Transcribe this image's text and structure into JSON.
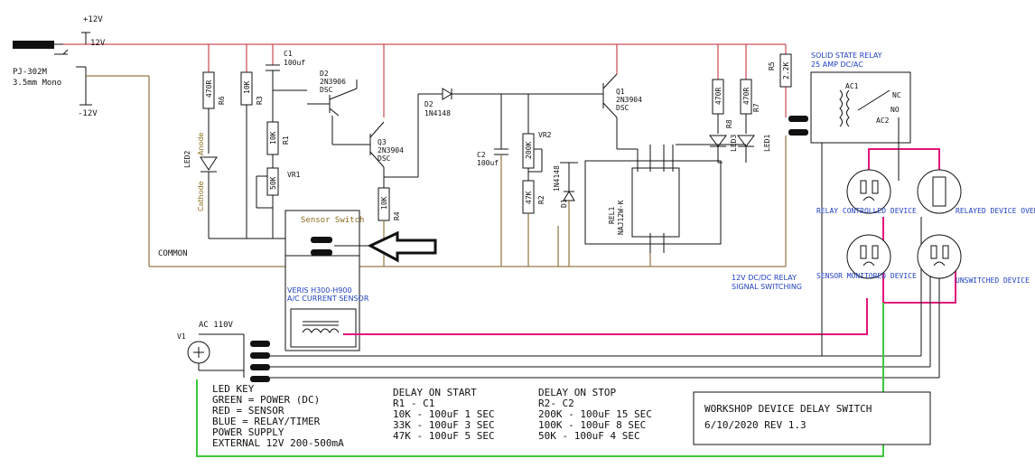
{
  "power": {
    "plus12_top": "+12V",
    "plus12_rail": "12V",
    "jack_name": "PJ-302M",
    "jack_desc": "3.5mm Mono",
    "minus12": "-12V"
  },
  "components": {
    "c1": {
      "name": "C1",
      "value": "100uf"
    },
    "d2": {
      "name": "D2",
      "part": "2N3906",
      "pkg": "DSC"
    },
    "q3": {
      "name": "Q3",
      "part": "2N3904",
      "pkg": "DSC"
    },
    "q1": {
      "name": "Q1",
      "part": "2N3904",
      "pkg": "DSC"
    },
    "diode_d2": {
      "name": "D2",
      "part": "1N4148"
    },
    "r_led2": {
      "value": "470R",
      "name": "R6"
    },
    "r3": {
      "value": "10K",
      "name": "R3"
    },
    "r1": {
      "value": "10K",
      "name": "R1"
    },
    "vr1": {
      "value": "50K",
      "name": "VR1"
    },
    "r4": {
      "value": "10K",
      "name": "R4"
    },
    "c2": {
      "name": "C2",
      "value": "100uf"
    },
    "vr2": {
      "value": "200K",
      "name": "VR2"
    },
    "r2": {
      "value": "47K",
      "name": "R2"
    },
    "d1": {
      "name": "D1",
      "part": "1N4148"
    },
    "relay": {
      "name": "REL1",
      "part": "NAJ12W-K"
    },
    "r8": {
      "value": "470R",
      "name": "R8"
    },
    "r7": {
      "value": "470R",
      "name": "R7"
    },
    "r5": {
      "value": "2.2K",
      "name": "R5"
    },
    "led2": {
      "name": "LED2",
      "anode": "Anode",
      "cathode": "Cathode"
    },
    "led3": {
      "name": "LED3"
    },
    "led1": {
      "name": "LED1"
    }
  },
  "labels": {
    "sensor_switch": "Sensor Switch",
    "common": "COMMON",
    "veris": "VERIS H300-H900",
    "current_sensor": "A/C CURRENT SENSOR",
    "relay_note_1": "12V DC/DC RELAY",
    "relay_note_2": "SIGNAL SWITCHING",
    "ssr_1": "SOLID STATE RELAY",
    "ssr_2": "25 AMP DC/AC",
    "ac1": "AC1",
    "ac2": "AC2",
    "nc": "NC",
    "no": "NO",
    "ac_in": "AC 110V",
    "v1": "V1"
  },
  "outlets": {
    "relay_controlled": "RELAY CONTROLLED DEVICE",
    "relayed_override": "RELAYED DEVICE OVERRIDE",
    "sensor_monitored": "SENSOR MONITORED DEVICE",
    "unswitched": "UNSWITCHED DEVICE"
  },
  "legend": {
    "title": "LED KEY",
    "green": "GREEN = POWER (DC)",
    "red": "RED   = SENSOR",
    "blue": "BLUE  = RELAY/TIMER",
    "supply_title": "POWER SUPPLY",
    "supply": "EXTERNAL 12V 200-500mA"
  },
  "delay_start": {
    "title": "DELAY ON START",
    "sub": "R1 - C1",
    "rows": [
      "10K - 100uF 1 SEC",
      "33K - 100uF 3 SEC",
      "47K - 100uF 5 SEC"
    ]
  },
  "delay_stop": {
    "title": "DELAY ON STOP",
    "sub": "R2- C2",
    "rows": [
      "200K - 100uF 15 SEC",
      "100K - 100uF 8 SEC",
      " 50K - 100uF  4 SEC"
    ]
  },
  "title_block": {
    "title": "WORKSHOP DEVICE DELAY SWITCH",
    "date_rev": "6/10/2020 REV 1.3"
  },
  "colors": {
    "rail_red": "#c0262d",
    "common_brown": "#7a5a1e",
    "ac_pink": "#e0147a",
    "ground_green": "#3cc83c",
    "note_blue": "#1f3fbf"
  }
}
